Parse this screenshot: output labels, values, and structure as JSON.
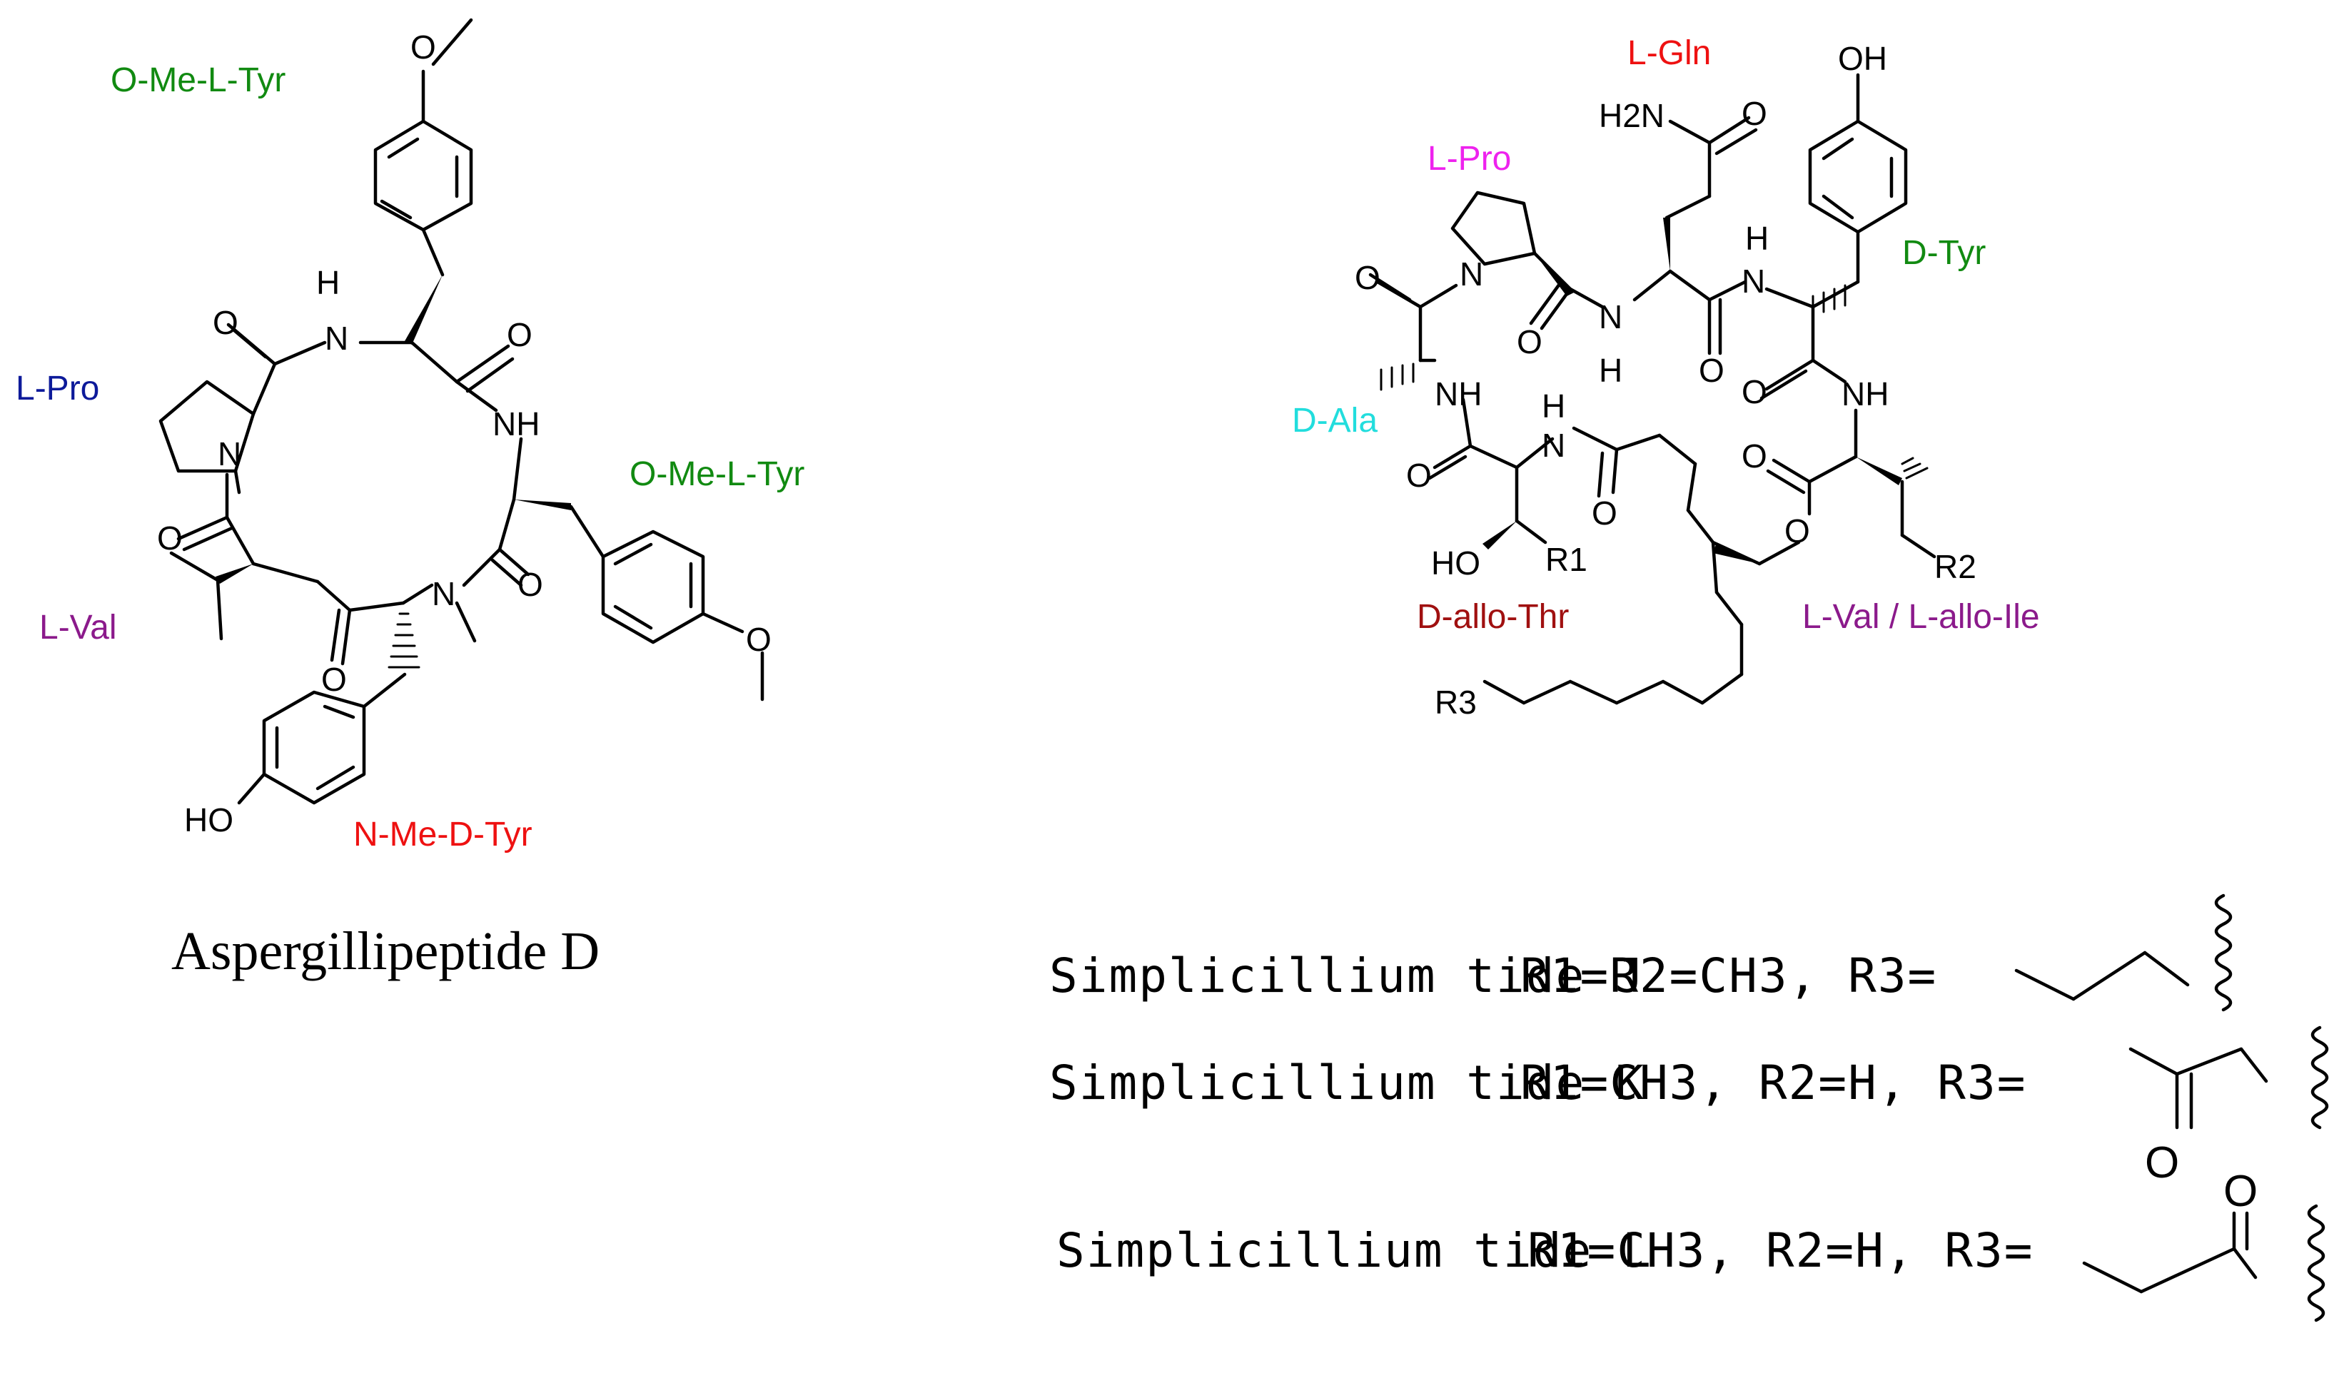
{
  "colors": {
    "green": "#118a11",
    "navy": "#0d1a9a",
    "purple": "#8b1a8b",
    "red": "#ee1111",
    "magenta": "#ee22ee",
    "cyan": "#22dddd",
    "darkred": "#a01010",
    "black": "#000000"
  },
  "left": {
    "caption": "Aspergillipeptide D",
    "labels": {
      "o_me_tyr_top": "O-Me-L-Tyr",
      "l_pro": "L-Pro",
      "o_me_tyr_right": "O-Me-L-Tyr",
      "l_val": "L-Val",
      "n_me_d_tyr": "N-Me-D-Tyr"
    },
    "atoms": {
      "o_methoxy_top": "O",
      "h_top": "H",
      "n_top": "N",
      "o_carbonyl_left": "O",
      "o_carbonyl_right": "O",
      "nh_right": "NH",
      "n_pro": "N",
      "o_val": "O",
      "n_me": "N",
      "o_ketone": "O",
      "o_tyr_carbonyl": "O",
      "o_methoxy_right": "O",
      "ho_bottom": "HO"
    }
  },
  "right": {
    "labels": {
      "l_gln": "L-Gln",
      "l_pro": "L-Pro",
      "d_tyr": "D-Tyr",
      "d_ala": "D-Ala",
      "d_allo_thr": "D-allo-Thr",
      "l_val_ile": "L-Val / L-allo-Ile"
    },
    "atoms": {
      "oh_top": "OH",
      "h2n": "H2N",
      "o_gln_amide": "O",
      "o_pro_left": "O",
      "n_pro": "N",
      "h_nh_tyr": "H",
      "n_tyr": "N",
      "o_gln_carbonyl": "O",
      "nh_gln": "N",
      "h_gln": "H",
      "o_pro_carbonyl": "O",
      "o_tyr_carbonyl": "O",
      "nh_ala": "NH",
      "h_thr": "H",
      "n_thr": "N",
      "nh_val": "NH",
      "o_ala_carbonyl": "O",
      "o_chain_amide": "O",
      "o_ester_carbonyl": "O",
      "o_ester": "O",
      "ho_thr": "HO",
      "r1": "R1",
      "r2": "R2",
      "r3": "R3"
    },
    "equations": [
      {
        "name": "Simplicillium tide J",
        "r1": "R1=R2=CH3, R3="
      },
      {
        "name": "Simplicillium tide K",
        "r1": "R1=CH3, R2=H, R3="
      },
      {
        "name": "Simplicillium tide L",
        "r1": "R1=CH3, R2=H, R3="
      }
    ],
    "r3_atoms": {
      "k_o": "O",
      "l_o": "O"
    }
  }
}
